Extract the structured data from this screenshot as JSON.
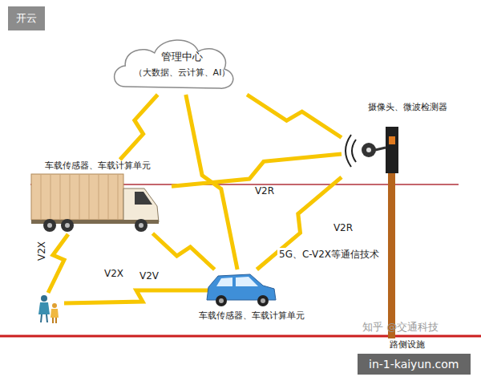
{
  "diagram": {
    "nodes": [
      {
        "text": [
          "管理中心",
          "（大数据、云计算、AI）"
        ]
      },
      {
        "text": [
          "摄像头、微波检测器",
          "路侧设施"
        ]
      },
      {
        "text": [
          "车载传感器、车载计算单元"
        ]
      },
      {
        "text": [
          "车载传感器、车载计算单元"
        ]
      }
    ],
    "edges": [
      {
        "from": 0,
        "to": 2,
        "arrow": "none"
      },
      {
        "from": 0,
        "to": 1,
        "arrow": "none"
      },
      {
        "from": 0,
        "to": 3,
        "arrow": "none"
      },
      {
        "from": 2,
        "to": 1,
        "label": "V2R",
        "arrow": "none"
      },
      {
        "from": 3,
        "to": 1,
        "label": "V2R",
        "arrow": "none"
      },
      {
        "from": 2,
        "to": 3,
        "label": "V2V",
        "arrow": "none"
      }
    ],
    "labels": [
      "开云",
      "V2X",
      "V2X",
      "5G、C-V2X等通信技术",
      "知乎 @交通科技",
      "in-1-kaiyun.com"
    ]
  }
}
